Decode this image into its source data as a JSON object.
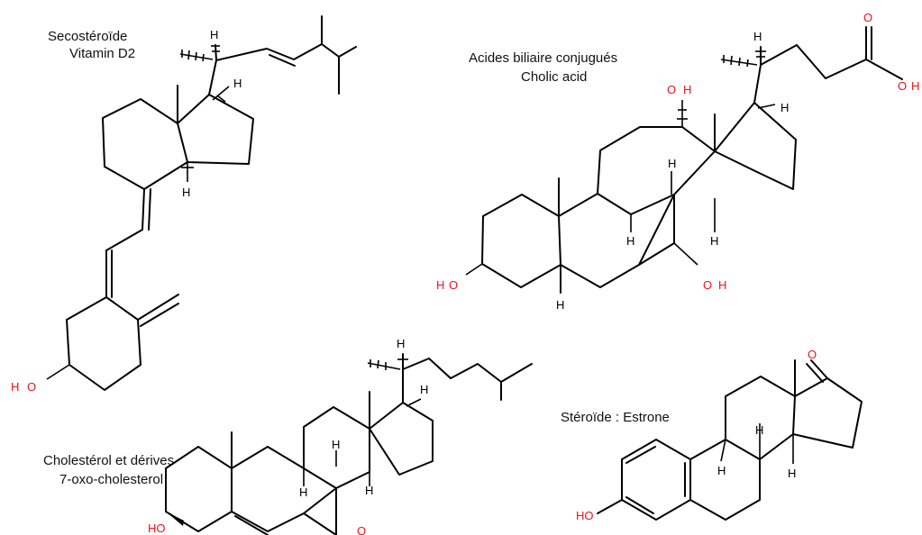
{
  "structures": [
    {
      "label_lines": [
        "Secostéroïde",
        "Vitamin D2"
      ],
      "atoms": {
        "h1": "H",
        "h2": "H",
        "h3": "H",
        "o_h": "H",
        "o": "O"
      }
    },
    {
      "label_lines": [
        "Acides biliaire conjugués",
        "Cholic acid"
      ],
      "atoms": {
        "top_h": "H",
        "ring_h": "H",
        "h8": "H",
        "h9": "H",
        "h14": "H",
        "h5": "H",
        "o12": "O",
        "h12": "H",
        "o3": "O",
        "ho3": "H",
        "o7": "O",
        "h7": "H",
        "o_carb": "O",
        "o_acid": "O",
        "h_acid": "H"
      }
    },
    {
      "label_lines": [
        "Cholestérol et dérives",
        "7-oxo-cholesterol"
      ],
      "atoms": {
        "top_h": "H",
        "h17": "H",
        "h8": "H",
        "h9": "H",
        "h14": "H",
        "ho": "HO",
        "o7": "O"
      }
    },
    {
      "label_lines": [
        "Stéroïde : Estrone"
      ],
      "atoms": {
        "h8": "H",
        "h9": "H",
        "h14": "H",
        "ho": "HO",
        "o17": "O"
      }
    }
  ]
}
